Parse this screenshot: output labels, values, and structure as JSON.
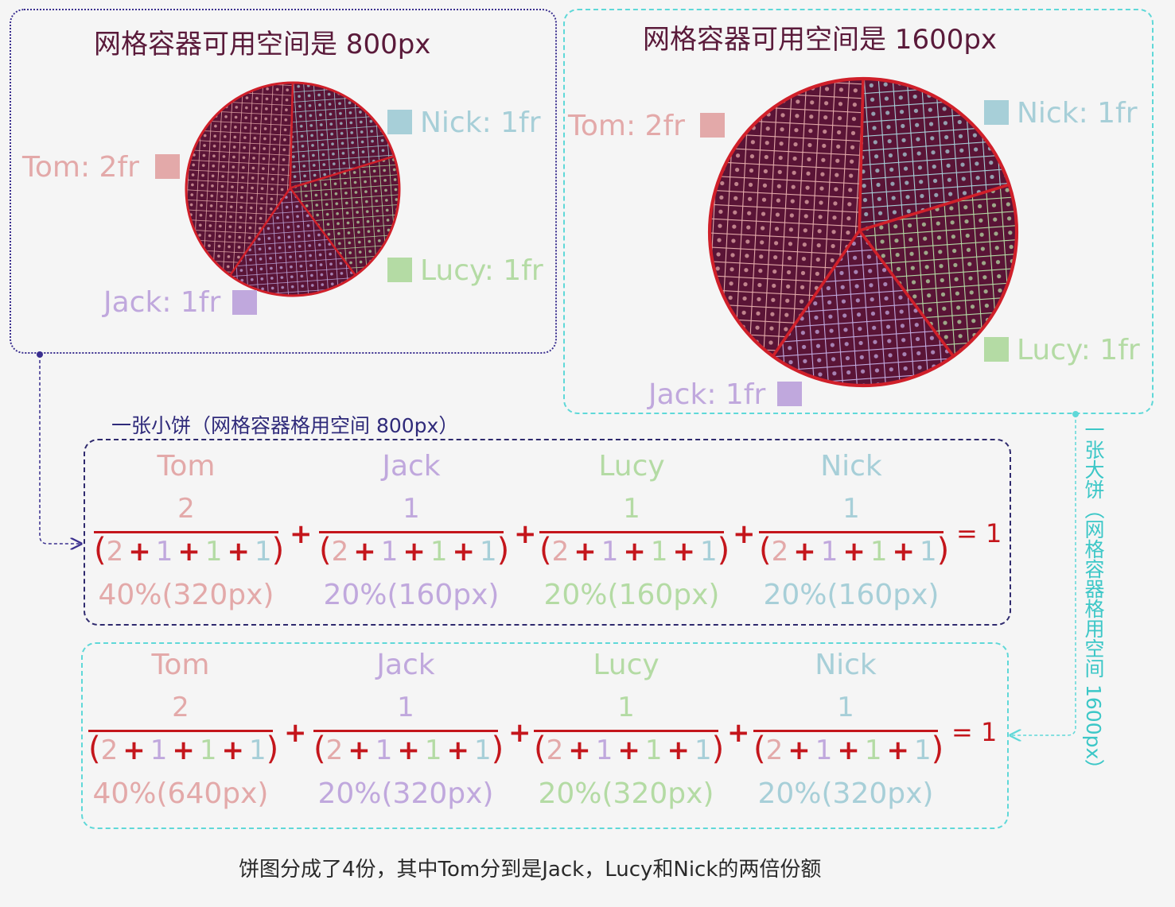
{
  "colors": {
    "tom": "#e3a9a9",
    "nick": "#a7cfd8",
    "lucy": "#b4dba4",
    "jack": "#c0a8dd",
    "pie_fill": "#5a1436",
    "pie_stroke": "#d0202a",
    "accent_red": "#c4161c"
  },
  "small_panel": {
    "title": "网格容器可用空间是 800px",
    "tom_label": "Tom: 2fr",
    "nick_label": "Nick: 1fr",
    "lucy_label": "Lucy: 1fr",
    "jack_label": "Jack: 1fr"
  },
  "big_panel": {
    "title": "网格容器可用空间是 1600px",
    "tom_label": "Tom: 2fr",
    "nick_label": "Nick: 1fr",
    "lucy_label": "Lucy: 1fr",
    "jack_label": "Jack: 1fr"
  },
  "row1": {
    "caption": "一张小饼（网格容器格用空间 800px）",
    "tom_pct": "40%(320px)",
    "jack_pct": "20%(160px)",
    "lucy_pct": "20%(160px)",
    "nick_pct": "20%(160px)"
  },
  "row2": {
    "caption": "一张大饼（网格容器格用空间 1600px）",
    "tom_pct": "40%(640px)",
    "jack_pct": "20%(320px)",
    "lucy_pct": "20%(320px)",
    "nick_pct": "20%(320px)"
  },
  "formula": {
    "names": {
      "tom": "Tom",
      "jack": "Jack",
      "lucy": "Lucy",
      "nick": "Nick"
    },
    "numerators": {
      "tom": "2",
      "jack": "1",
      "lucy": "1",
      "nick": "1"
    },
    "den_open": "(",
    "den_close": ")",
    "den_a": "2",
    "den_b": "1",
    "den_c": "1",
    "den_d": "1",
    "plus": "+",
    "equals": "= 1"
  },
  "footer": "饼图分成了4份，其中Tom分到是Jack，Lucy和Nick的两倍份额",
  "pie_shares": [
    {
      "name": "Tom",
      "fr": 2
    },
    {
      "name": "Nick",
      "fr": 1
    },
    {
      "name": "Lucy",
      "fr": 1
    },
    {
      "name": "Jack",
      "fr": 1
    }
  ]
}
